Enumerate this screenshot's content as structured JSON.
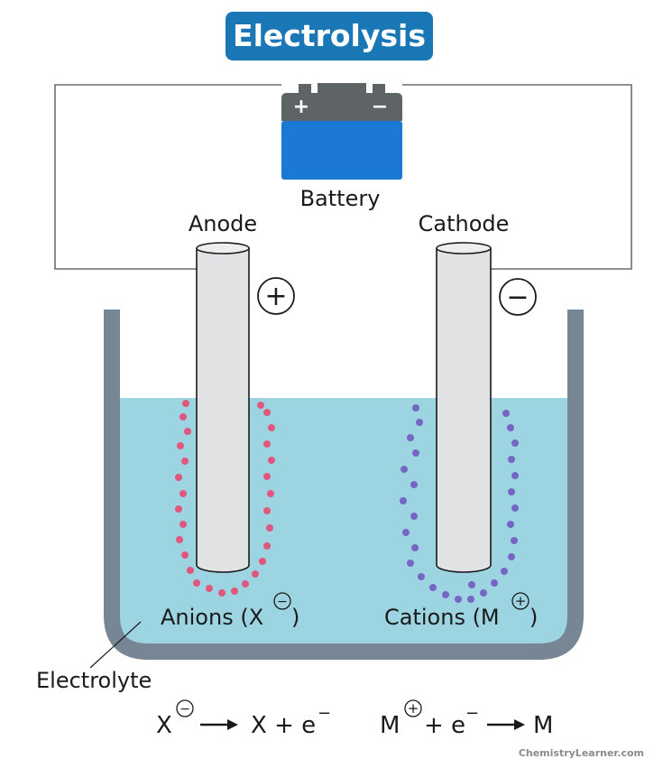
{
  "title": "Electrolysis",
  "labels": {
    "battery": "Battery",
    "battery_plus": "+",
    "battery_minus": "−",
    "anode": "Anode",
    "cathode": "Cathode",
    "anode_sign": "+",
    "cathode_sign": "−",
    "electrolyte": "Electrolyte",
    "anions_prefix": "Anions (X",
    "anions_suffix": ")",
    "cations_prefix": "Cations (M",
    "cations_suffix": ")",
    "charge_minus": "−",
    "charge_plus": "+"
  },
  "equations": {
    "anode": {
      "lhs": "X",
      "rhs": "X + e",
      "electron_charge": "−"
    },
    "cathode": {
      "lhs_rest": "+ e",
      "rhs": "M",
      "lhs": "M",
      "electron_charge": "−"
    }
  },
  "colors": {
    "title_bg": "#1a77b6",
    "battery_top": "#5e6366",
    "battery_body": "#1b78d4",
    "container": "#768694",
    "electrolyte": "#9dd4e2",
    "electrode_fill": "#e1e2e4",
    "anion_dot": "#e0577e",
    "cation_dot": "#7566c3"
  },
  "credit": "ChemistryLearner.com"
}
